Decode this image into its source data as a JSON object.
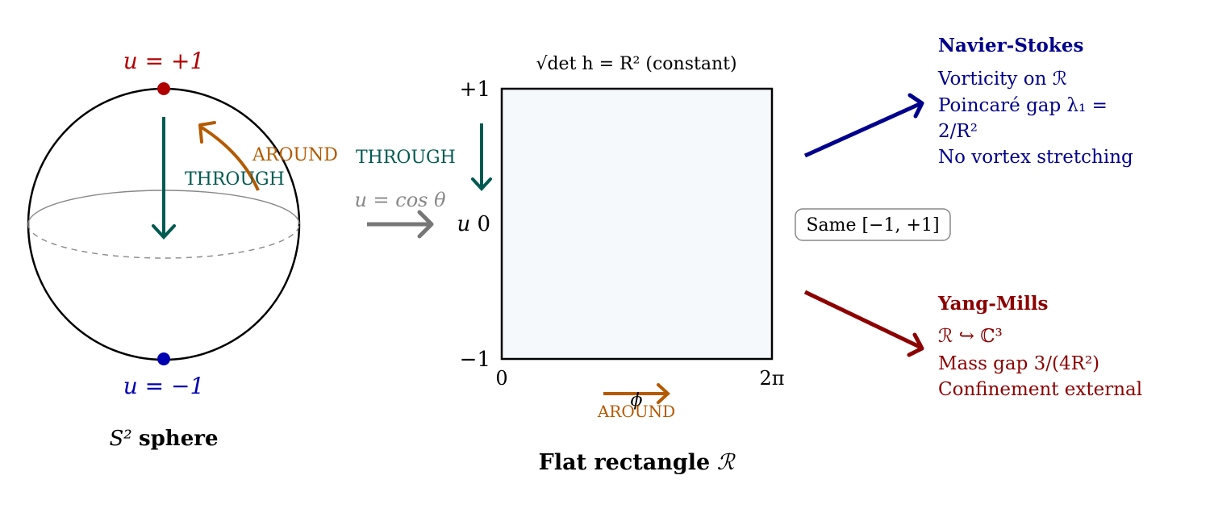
{
  "colors": {
    "pole_top": "#b00000",
    "pole_bottom": "#0000b0",
    "through": "#005a50",
    "around": "#b45a00",
    "map_arrow": "#777777",
    "navier": "#00008c",
    "yang": "#8c0000",
    "rect_fill": "#f5f9fb",
    "equator": "#888888"
  },
  "sphere": {
    "top_label": "u = +1",
    "bottom_label": "u = −1",
    "through_label": "THROUGH",
    "around_label": "AROUND",
    "caption_symbol": "S²",
    "caption_word": "sphere"
  },
  "map": {
    "label": "u = cos θ"
  },
  "rectangle": {
    "title": "√det h = R² (constant)",
    "y_top": "+1",
    "y_mid_var": "u",
    "y_mid_val": "0",
    "y_bottom": "−1",
    "x_left": "0",
    "x_right": "2π",
    "x_var": "ϕ",
    "through_label": "THROUGH",
    "around_label": "AROUND",
    "caption_word": "Flat rectangle",
    "caption_symbol": "ℛ"
  },
  "side_box": {
    "label": "Same [−1, +1]"
  },
  "navier_stokes": {
    "title": "Navier-Stokes",
    "lines": [
      "Vorticity on ℛ",
      "Poincaré gap λ₁ =",
      "2/R²",
      "No vortex stretching"
    ]
  },
  "yang_mills": {
    "title": "Yang-Mills",
    "lines": [
      "ℛ ↪ ℂ³",
      "Mass gap 3/(4R²)",
      "Confinement external"
    ]
  }
}
